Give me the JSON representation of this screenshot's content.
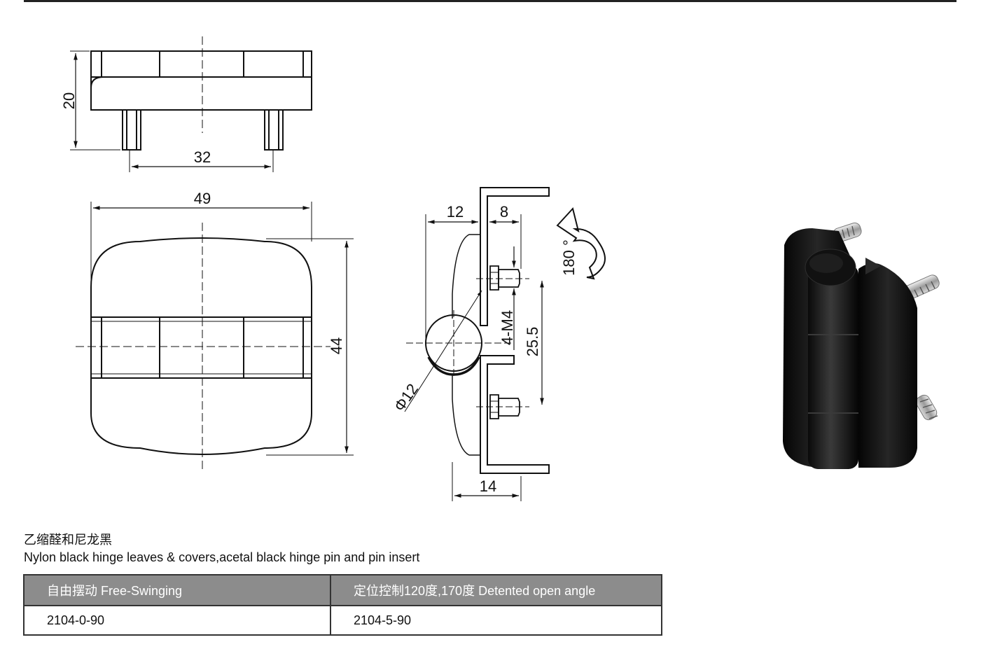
{
  "dimensions": {
    "height_side": "20",
    "pin_spacing": "32",
    "width": "49",
    "height_front": "44",
    "offset_left": "12",
    "offset_right": "8",
    "screw_spec": "4-M4",
    "screw_spacing": "25.5",
    "bottom_depth": "14",
    "pin_diameter": "Φ12",
    "rotation": "180 °"
  },
  "material": {
    "cn": "乙缩醛和尼龙黑",
    "en": "Nylon black hinge leaves & covers,acetal black hinge pin and pin insert"
  },
  "table": {
    "headers": [
      "自由摆动 Free-Swinging",
      "定位控制120度,170度 Detented open angle"
    ],
    "rows": [
      [
        "2104-0-90",
        "2104-5-90"
      ]
    ]
  }
}
